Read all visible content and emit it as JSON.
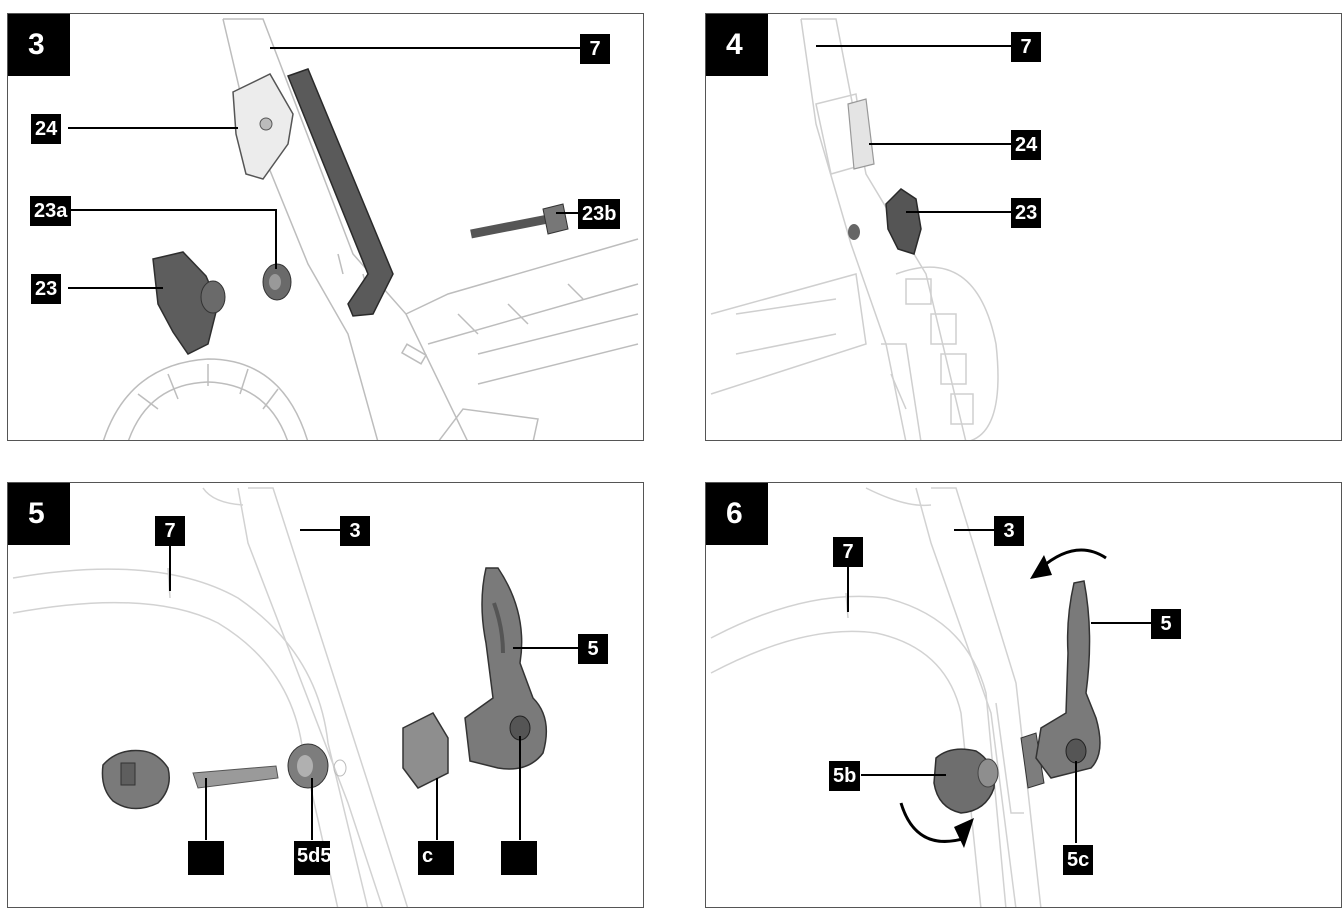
{
  "figures": [
    {
      "number": "3",
      "callouts": {
        "c7": "7",
        "c24": "24",
        "c23a": "23a",
        "c23b": "23b",
        "c23": "23"
      }
    },
    {
      "number": "4",
      "callouts": {
        "c7": "7",
        "c24": "24",
        "c23": "23"
      }
    },
    {
      "number": "5",
      "callouts": {
        "c7": "7",
        "c3": "3",
        "c5": "5",
        "b1": "",
        "b2": "5d5",
        "b3": "c",
        "b4": ""
      }
    },
    {
      "number": "6",
      "callouts": {
        "c7": "7",
        "c3": "3",
        "c5": "5",
        "c5b": "5b",
        "c5c": "5c"
      }
    }
  ]
}
